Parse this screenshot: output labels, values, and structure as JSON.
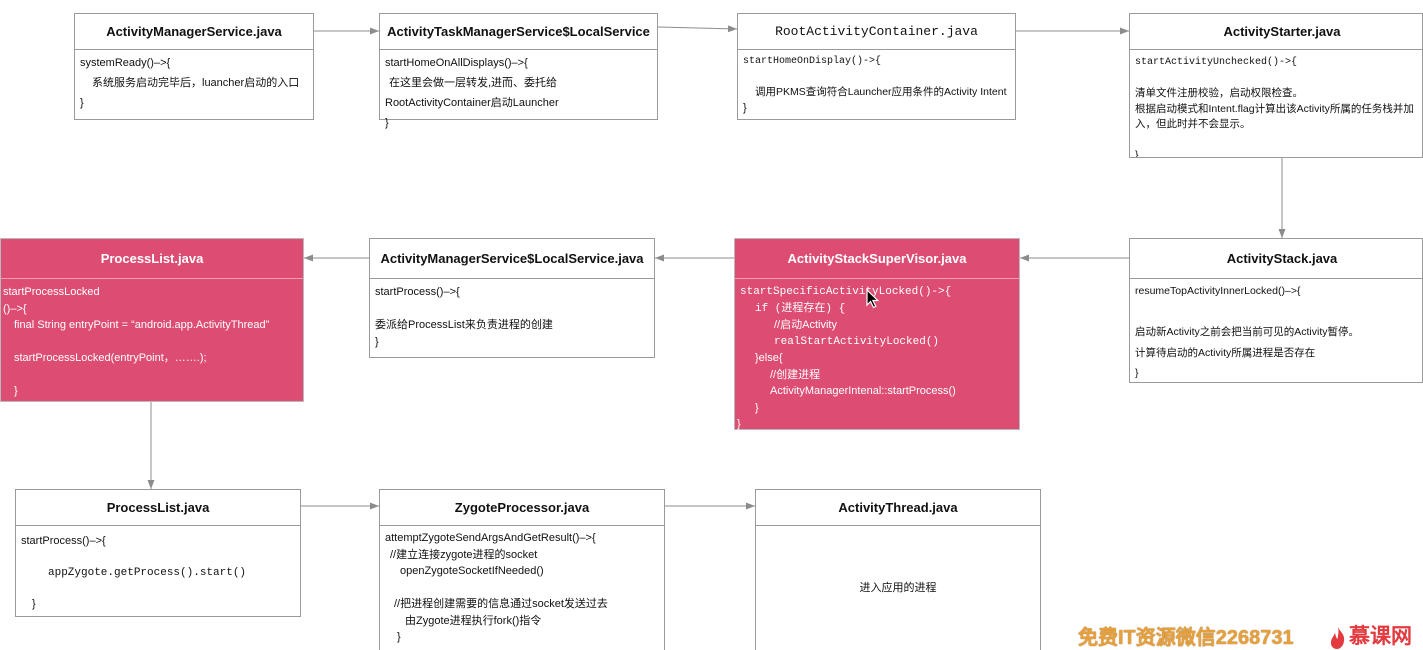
{
  "boxes": {
    "ams": {
      "title": "ActivityManagerService.java",
      "lines": [
        "systemReady()–>{",
        "系统服务启动完毕后，luancher启动的入口",
        "}"
      ]
    },
    "atms_local": {
      "title": "ActivityTaskManagerService$LocalService",
      "lines": [
        "startHomeOnAllDisplays()–>{",
        "在这里会做一层转发,进而、委托给",
        "RootActivityContainer启动Launcher",
        "}"
      ]
    },
    "root_container": {
      "title": "RootActivityContainer.java",
      "lines": [
        "startHomeOnDisplay()->{",
        "调用PKMS查询符合Launcher应用条件的Activity Intent",
        "}"
      ]
    },
    "starter": {
      "title": "ActivityStarter.java",
      "lines": [
        "startActivityUnchecked()->{",
        "清单文件注册校验，启动权限检查。",
        "根据启动模式和Intent.flag计算出该Activity所属的任务栈并加",
        "入，但此时并不会显示。",
        "}"
      ]
    },
    "stack": {
      "title": "ActivityStack.java",
      "lines": [
        "resumeTopActivityInnerLocked()–>{",
        "启动新Activity之前会把当前可见的Activity暂停。",
        "计算待启动的Activity所属进程是否存在",
        "}"
      ]
    },
    "supervisor": {
      "title": "ActivityStackSuperVisor.java",
      "lines": [
        "startSpecificActivityLocked()->{",
        "if (进程存在) {",
        "//启动Activity",
        "realStartActivityLocked()",
        "}else{",
        "//创建进程",
        "ActivityManagerIntenal::startProcess()",
        "}",
        "}"
      ]
    },
    "ams_local": {
      "title": "ActivityManagerService$LocalService.java",
      "lines": [
        "startProcess()–>{",
        "委派给ProcessList来负责进程的创建",
        "}"
      ]
    },
    "process_list_locked": {
      "title": "ProcessList.java",
      "lines": [
        "startProcessLocked",
        "()–>{",
        "final String entryPoint = “android.app.ActivityThread”",
        "startProcessLocked(entryPoint，…….);",
        "}"
      ]
    },
    "process_list_start": {
      "title": "ProcessList.java",
      "lines": [
        "startProcess()–>{",
        "appZygote.getProcess().start()",
        "}"
      ]
    },
    "zygote_processor": {
      "title": "ZygoteProcessor.java",
      "lines": [
        "attemptZygoteSendArgsAndGetResult()–>{",
        "//建立连接zygote进程的socket",
        "openZygoteSocketIfNeeded()",
        "//把进程创建需要的信息通过socket发送过去",
        "由Zygote进程执行fork()指令",
        "}"
      ]
    },
    "activity_thread": {
      "title": "ActivityThread.java",
      "lines": [
        "进入应用的进程"
      ]
    }
  },
  "watermark": {
    "text": "免费IT资源微信2268731",
    "logo_text": "慕课网"
  },
  "colors": {
    "highlight": "#dd4d73",
    "border": "#9a9a9a",
    "arrow": "#8c8c8c",
    "watermark": "#e8a13a",
    "logo": "#e23a3f"
  },
  "icons": {
    "cursor": "mouse-pointer-icon",
    "logo": "flame-icon",
    "connector": "arrow-icon"
  }
}
